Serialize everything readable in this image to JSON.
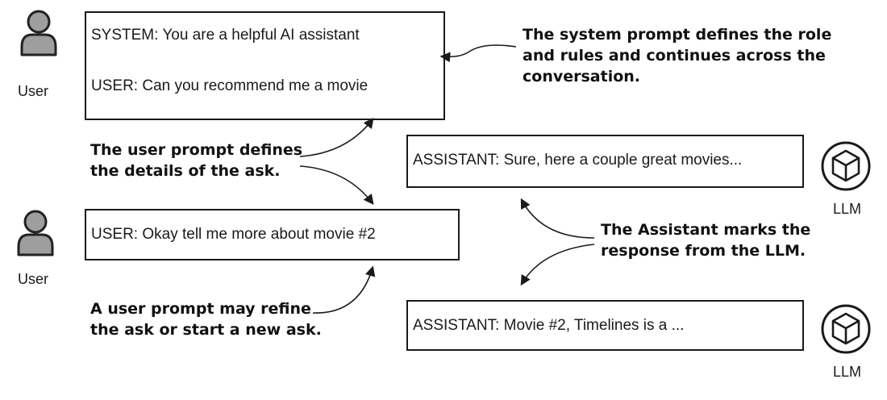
{
  "messages": {
    "system": "SYSTEM: You are a helpful AI assistant",
    "user1": "USER: Can you recommend me a movie",
    "assistant1": "ASSISTANT: Sure, here a couple great movies...",
    "user2": "USER: Okay tell me more about movie #2",
    "assistant2": "ASSISTANT: Movie #2, Timelines is a ..."
  },
  "roles": {
    "user_top": "User",
    "user_bottom": "User",
    "llm_top": "LLM",
    "llm_bottom": "LLM"
  },
  "annotations": {
    "system_note": [
      "The system prompt defines the role",
      "and rules and continues across the",
      "conversation."
    ],
    "user_note": [
      "The user prompt defines",
      "the details of the ask."
    ],
    "assistant_note": [
      "The Assistant marks the",
      "response from the LLM."
    ],
    "refine_note": [
      "A user prompt may refine",
      "the ask or start a new ask."
    ]
  },
  "icons": {
    "user": "user-icon",
    "llm": "cube-icon"
  },
  "colors": {
    "user_icon": "#9e9e9e",
    "stroke": "#1a1a1a"
  }
}
